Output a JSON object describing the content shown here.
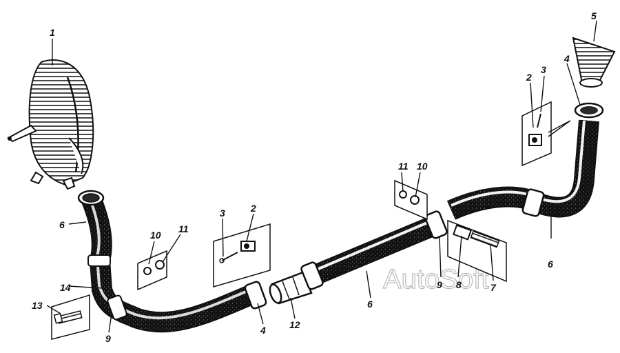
{
  "diagram": {
    "watermark": "AutoSoft",
    "callouts": {
      "n1": "1",
      "n2_left": "2",
      "n2_right": "2",
      "n3_left": "3",
      "n3_right": "3",
      "n4_top": "4",
      "n4_bottom": "4",
      "n5": "5",
      "n6_left": "6",
      "n6_center": "6",
      "n6_right": "6",
      "n7": "7",
      "n8": "8",
      "n9_left": "9",
      "n9_center": "9",
      "n10_left": "10",
      "n10_right": "10",
      "n11_left": "11",
      "n11_right": "11",
      "n12": "12",
      "n13": "13",
      "n14": "14"
    }
  }
}
